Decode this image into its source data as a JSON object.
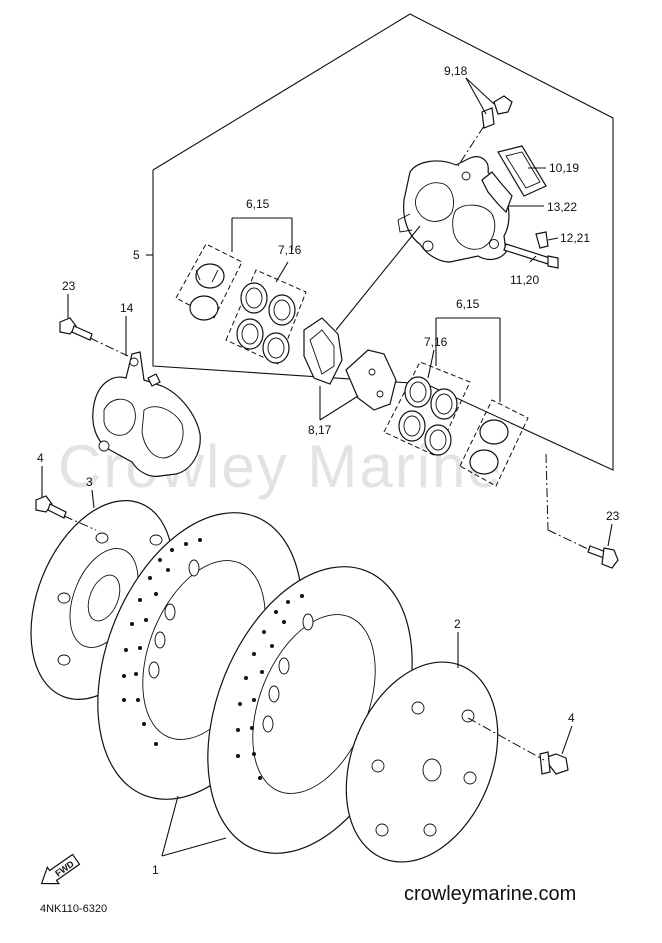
{
  "watermark": "Crowley Marine",
  "footer": {
    "site": "crowleymarine.com",
    "diagram_code": "4NK110-6320"
  },
  "fwd_label": "FWD",
  "callouts": {
    "c_9_18": "9,18",
    "c_10_19": "10,19",
    "c_13_22": "13,22",
    "c_12_21": "12,21",
    "c_11_20": "11,20",
    "c_5": "5",
    "c_6_15_top": "6,15",
    "c_7_16_top": "7,16",
    "c_23_top": "23",
    "c_14": "14",
    "c_6_15_bottom": "6,15",
    "c_7_16_bottom": "7,16",
    "c_8_17": "8,17",
    "c_4_left": "4",
    "c_3": "3",
    "c_23_right": "23",
    "c_2": "2",
    "c_4_right": "4",
    "c_1": "1"
  }
}
